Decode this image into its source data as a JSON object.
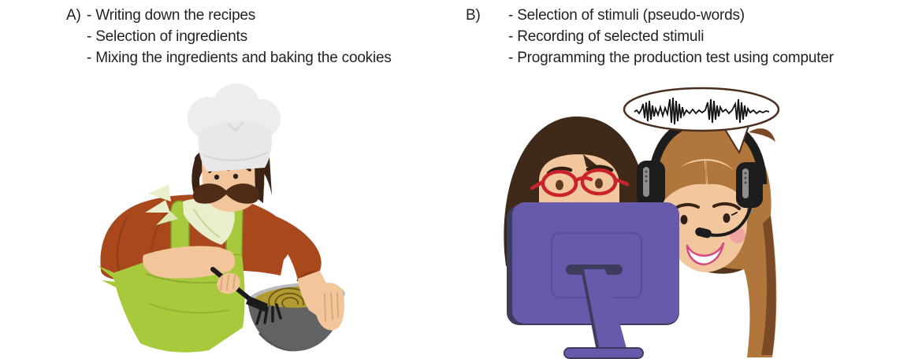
{
  "panel_a": {
    "label": "A)",
    "items": [
      "- Writing down the recipes",
      "- Selection of ingredients",
      "- Mixing the ingredients and baking the cookies"
    ]
  },
  "panel_b": {
    "label": "B)",
    "items": [
      "- Selection of stimuli (pseudo-words)",
      "- Recording of selected stimuli",
      "- Programming the production test using computer"
    ]
  },
  "colors": {
    "text": "#231f20",
    "background": "#ffffff",
    "chef_skin": "#f2c59b",
    "chef_hair": "#3a2315",
    "chef_mustache": "#4f2c18",
    "chef_hat": "#ededee",
    "chef_hat_shade": "#d7d8da",
    "chef_shirt": "#a8481c",
    "chef_shirt_fold": "#8a3a15",
    "chef_kerchief": "#e9efcd",
    "chef_apron": "#a9c93d",
    "chef_apron_dark": "#7d9a2b",
    "bowl_gray": "#616264",
    "bowl_rim": "#b9babb",
    "batter": "#b49b31",
    "batter_swirl": "#6e5c18",
    "fork_black": "#1b1b1b",
    "left_hair": "#3f2a19",
    "right_hair": "#b0763c",
    "right_hair_dark": "#7a4a26",
    "right_hair_shadow": "#53331d",
    "skin_b": "#f3c79e",
    "glasses_red": "#c9232b",
    "headphones_black": "#1d1d1d",
    "headphone_grille": "#8e8e90",
    "monitor_purple": "#675aab",
    "monitor_dark": "#3d3c5e",
    "blush_pink": "#f09aa2",
    "lips_pink": "#d64a82",
    "bubble_outline": "#4a2f20",
    "waveform_black": "#111111"
  }
}
